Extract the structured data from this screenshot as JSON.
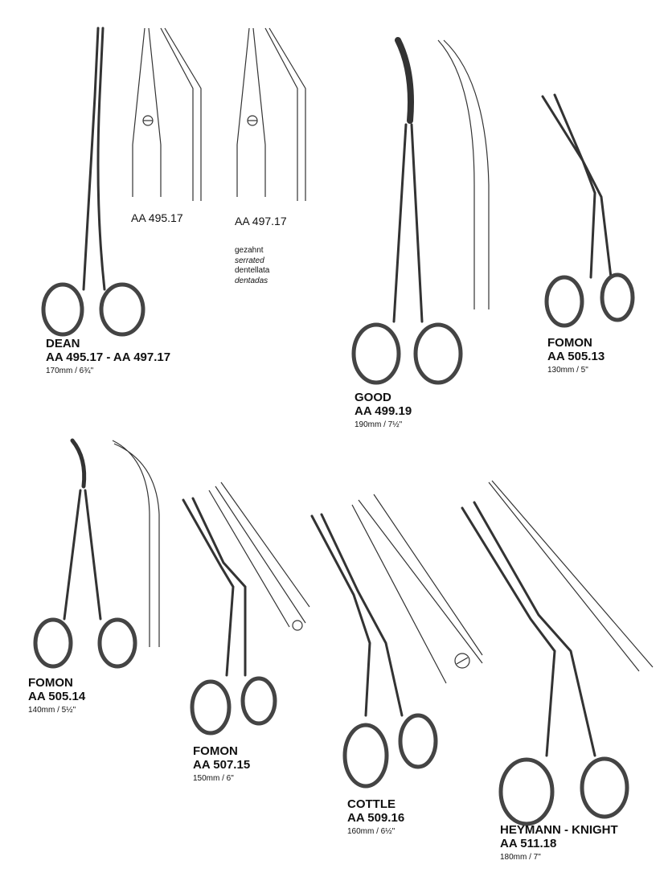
{
  "products": [
    {
      "name": "DEAN",
      "code": "AA 495.17 - AA 497.17",
      "size": "170mm / 6¾\""
    },
    {
      "name": "GOOD",
      "code": "AA 499.19",
      "size": "190mm / 7½\""
    },
    {
      "name": "FOMON",
      "code": "AA 505.13",
      "size": "130mm / 5\""
    },
    {
      "name": "FOMON",
      "code": "AA 505.14",
      "size": "140mm / 5½\""
    },
    {
      "name": "FOMON",
      "code": "AA 507.15",
      "size": "150mm / 6\""
    },
    {
      "name": "COTTLE",
      "code": "AA 509.16",
      "size": "160mm / 6½\""
    },
    {
      "name": "HEYMANN - KNIGHT",
      "code": "AA 511.18",
      "size": "180mm / 7\""
    }
  ],
  "variants": [
    "AA 495.17",
    "AA 497.17"
  ],
  "serrated_note": [
    "gezahnt",
    "serrated",
    "dentellata",
    "dentadas"
  ]
}
